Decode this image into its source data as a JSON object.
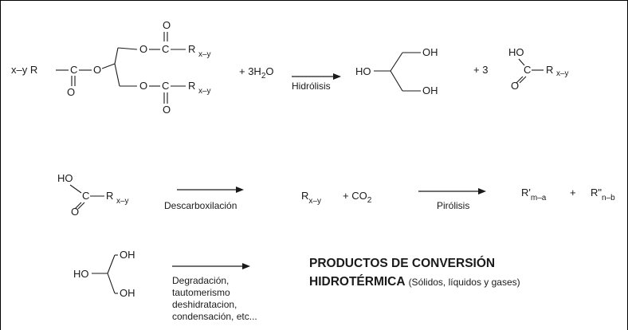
{
  "reaction_hydrolysis": {
    "triglyceride": {
      "left_group": "x–y R",
      "carbonyl_c": "C",
      "carbonyl_o": "O",
      "ester_o": "O",
      "top_o": "O",
      "top_c": "C",
      "top_o2": "O",
      "top_r": "R",
      "top_sub": "x–y",
      "bot_o": "O",
      "bot_c": "C",
      "bot_o2": "O",
      "bot_r": "R",
      "bot_sub": "x–y"
    },
    "reagent": "+ 3H",
    "reagent_sub": "2",
    "reagent_tail": "O",
    "arrow_label": "Hidrólisis",
    "glycerol": {
      "left": "HO",
      "top": "OH",
      "bottom": "OH"
    },
    "plus_coef": "+  3",
    "acid": {
      "ho": "HO",
      "c": "C",
      "o": "O",
      "r": "R",
      "sub": "x–y"
    }
  },
  "reaction_decarboxylation": {
    "acid": {
      "ho": "HO",
      "c": "C",
      "o": "O",
      "r": "R",
      "sub": "x–y"
    },
    "arrow_label": "Descarboxilación",
    "product_r": "R",
    "product_sub": "x–y",
    "plus_co2": "+  CO",
    "co2_sub": "2",
    "arrow2_label": "Pirólisis",
    "p1": "R'",
    "p1_sub": "m–a",
    "plus": "+",
    "p2": "R\"",
    "p2_sub": "n–b"
  },
  "reaction_degradation": {
    "glycerol": {
      "left": "HO",
      "top": "OH",
      "bottom": "OH"
    },
    "conditions": [
      "Degradación,",
      "tautomerismo",
      "deshidratacion,",
      "condensación, etc..."
    ],
    "products_line1": "PRODUCTOS DE CONVERSIÓN",
    "products_line2": "HIDROTÉRMICA",
    "products_note": "(Sólidos, líquidos y gases)"
  }
}
